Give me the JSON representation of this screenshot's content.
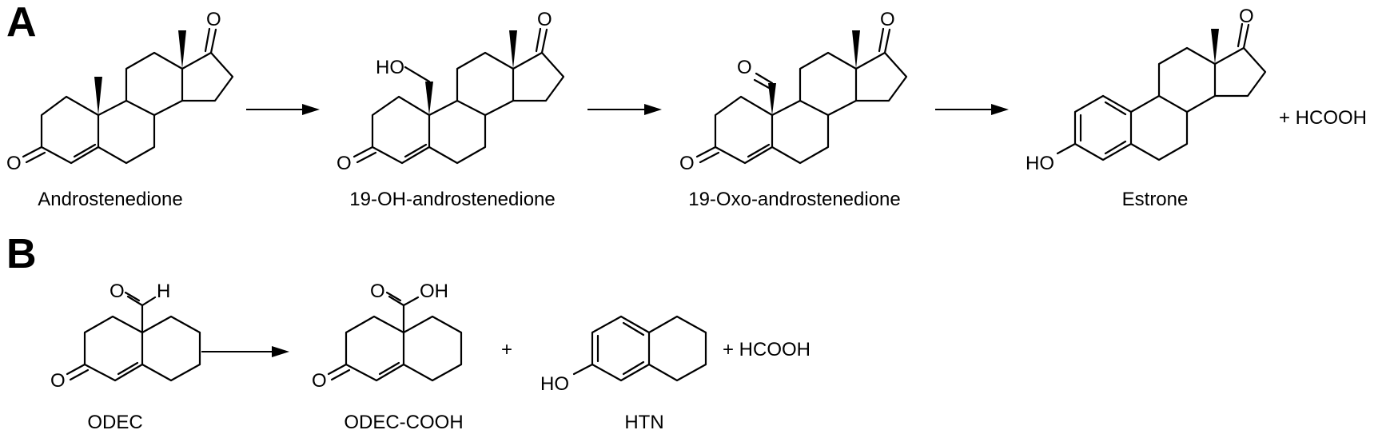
{
  "panels": {
    "a": "A",
    "b": "B"
  },
  "compounds": {
    "androstenedione": "Androstenedione",
    "oh_androstenedione": "19-OH-androstenedione",
    "oxo_androstenedione": "19-Oxo-androstenedione",
    "estrone": "Estrone",
    "odec": "ODEC",
    "odec_cooh": "ODEC-COOH",
    "htn": "HTN"
  },
  "atoms": {
    "o": "O",
    "h": "H",
    "ho": "HO",
    "oh": "OH"
  },
  "byproducts": {
    "formic_acid_a": "+ HCOOH",
    "plus_b": "+",
    "formic_acid_b": "+ HCOOH"
  },
  "colors": {
    "ink": "#000000",
    "background": "#ffffff"
  }
}
